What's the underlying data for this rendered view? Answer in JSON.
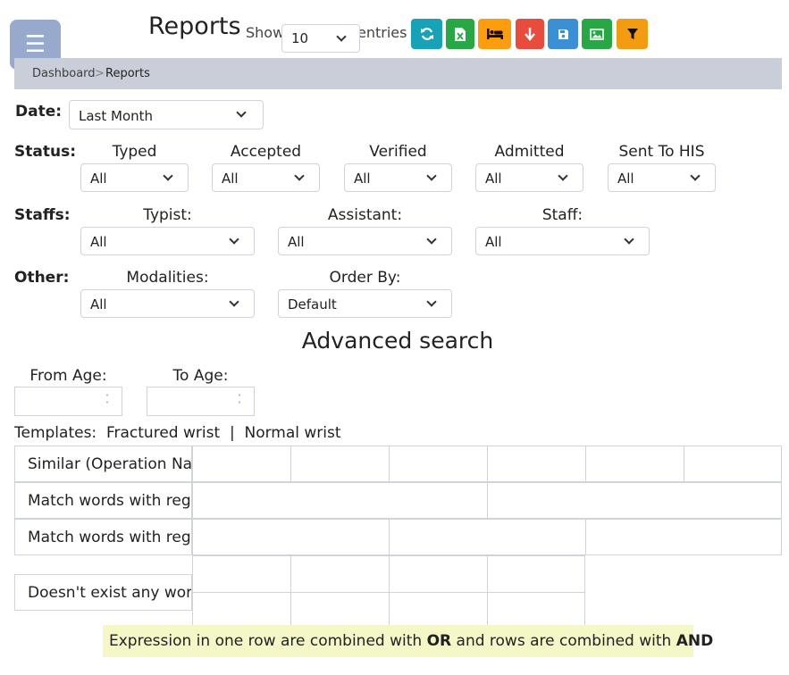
{
  "header": {
    "menu_icon": "hamburger-icon",
    "title": "Reports",
    "show_label": "Show",
    "entries_label": "entries",
    "page_size": "10",
    "toolbar": [
      {
        "name": "refresh-button",
        "icon": "refresh-icon",
        "color": "#17a2b8"
      },
      {
        "name": "export-excel-button",
        "icon": "excel-icon",
        "color": "#28a745"
      },
      {
        "name": "admitted-button",
        "icon": "bed-icon",
        "color": "#fd9d0e"
      },
      {
        "name": "download-button",
        "icon": "arrow-down-icon",
        "color": "#e74c3c"
      },
      {
        "name": "save-button",
        "icon": "save-icon",
        "color": "#3b8fd4"
      },
      {
        "name": "image-button",
        "icon": "image-icon",
        "color": "#28a745"
      },
      {
        "name": "filter-button",
        "icon": "filter-icon",
        "color": "#f39c12"
      }
    ]
  },
  "breadcrumb": {
    "dashboard": "Dashboard",
    "separator": ">",
    "current": "Reports"
  },
  "filters": {
    "date": {
      "label": "Date:",
      "value": "Last Month"
    },
    "status": {
      "label": "Status:",
      "typed": {
        "label": "Typed",
        "value": "All"
      },
      "accepted": {
        "label": "Accepted",
        "value": "All"
      },
      "verified": {
        "label": "Verified",
        "value": "All"
      },
      "admitted": {
        "label": "Admitted",
        "value": "All"
      },
      "sent_to_his": {
        "label": "Sent To HIS",
        "value": "All"
      }
    },
    "staffs": {
      "label": "Staffs:",
      "typist": {
        "label": "Typist:",
        "value": "All"
      },
      "assistant": {
        "label": "Assistant:",
        "value": "All"
      },
      "staff": {
        "label": "Staff:",
        "value": "All"
      }
    },
    "other": {
      "label": "Other:",
      "modalities": {
        "label": "Modalities:",
        "value": "All"
      },
      "order_by": {
        "label": "Order By:",
        "value": "Default"
      }
    }
  },
  "advanced": {
    "title": "Advanced search",
    "from_age": {
      "label": "From Age:",
      "value": ""
    },
    "to_age": {
      "label": "To Age:",
      "value": ""
    },
    "templates": {
      "label": "Templates:",
      "items": [
        "Fractured wrist",
        "Normal wrist"
      ],
      "separator": "|"
    },
    "rows": [
      "Similar (Operation Name)",
      "Match words with regex",
      "Match words with regex",
      "Doesn't exist any word"
    ],
    "note": {
      "part1": "Expression in one row are combined with ",
      "or": "OR",
      "part2": " and rows are combined with ",
      "and": "AND"
    }
  }
}
